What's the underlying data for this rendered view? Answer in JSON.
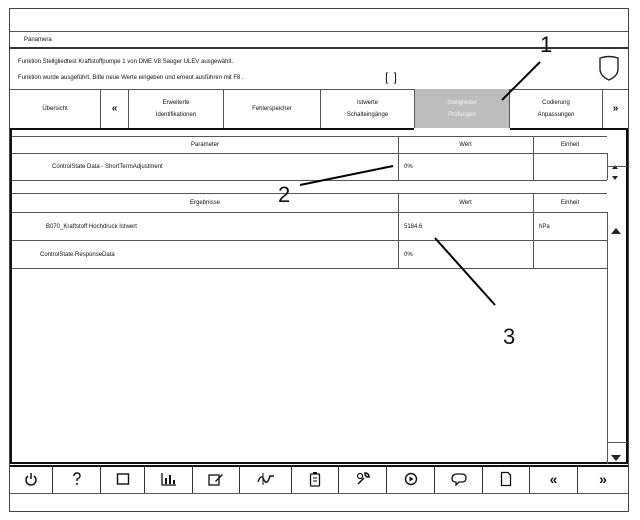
{
  "header": {
    "title": "Panamera",
    "info_line1": "Funktion Stellgliedtest Kraftstoffpumpe 1 von DME V8 Sauger ULEV ausgewählt.",
    "info_line2": "Funktion wurde ausgeführt. Bitte neue Werte eingeben und erneut ausführen mit F8 .",
    "brackets": "[   ]"
  },
  "tabs": [
    {
      "line1": "Übersicht",
      "line2": ""
    },
    {
      "line1": "«",
      "line2": ""
    },
    {
      "line1": "Erweiterte",
      "line2": "Identifikationen"
    },
    {
      "line1": "Fehlerspeicher",
      "line2": ""
    },
    {
      "line1": "Istwerte",
      "line2": "Schalteingänge"
    },
    {
      "line1": "Stellglieder",
      "line2": "Prüfungen"
    },
    {
      "line1": "Codierung",
      "line2": "Anpassungen"
    },
    {
      "line1": "»",
      "line2": ""
    }
  ],
  "parameters": {
    "headers": {
      "name": "Parameter",
      "value": "Wert",
      "unit": "Einheit"
    },
    "rows": [
      {
        "name": "ControlState Data - ShortTermAdjustment",
        "value": "0%",
        "unit": ""
      }
    ]
  },
  "results": {
    "headers": {
      "name": "Ergebnisse",
      "value": "Wert",
      "unit": "Einheit"
    },
    "rows": [
      {
        "name": "B070_Kraftstoff Hochdruck Istwert",
        "value": "5184.6",
        "unit": "hPa"
      },
      {
        "name": "ControlState ResponseData",
        "value": "0%",
        "unit": ""
      }
    ]
  },
  "callouts": {
    "c1": "1",
    "c2": "2",
    "c3": "3"
  },
  "toolbar": [
    {
      "icon": "power-icon"
    },
    {
      "icon": "help-icon"
    },
    {
      "icon": "window-icon"
    },
    {
      "icon": "chart-icon"
    },
    {
      "icon": "edit-icon"
    },
    {
      "icon": "signal-icon"
    },
    {
      "icon": "battery-icon"
    },
    {
      "icon": "tool-icon"
    },
    {
      "icon": "play-icon"
    },
    {
      "icon": "service-icon"
    },
    {
      "icon": "document-icon"
    },
    {
      "icon": "prev-icon",
      "label": "«"
    },
    {
      "icon": "next-icon",
      "label": "»"
    }
  ]
}
